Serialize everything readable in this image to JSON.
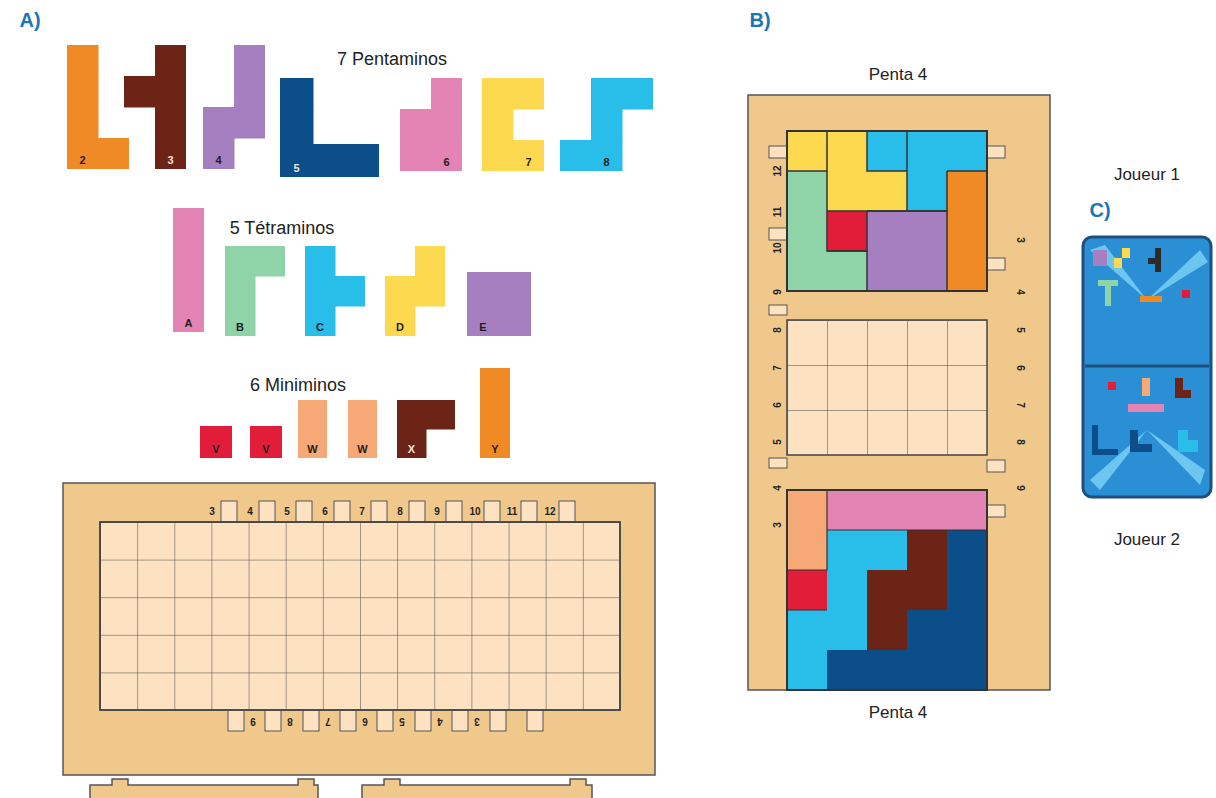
{
  "diagram": {
    "nodes": [
      {
        "text": [
          "2"
        ]
      },
      {
        "text": [
          "3"
        ]
      },
      {
        "text": [
          "4"
        ]
      },
      {
        "text": [
          "5"
        ]
      },
      {
        "text": [
          "6"
        ]
      },
      {
        "text": [
          "7"
        ]
      },
      {
        "text": [
          "8"
        ]
      },
      {
        "text": [
          "A"
        ]
      },
      {
        "text": [
          "B"
        ]
      },
      {
        "text": [
          "C"
        ]
      },
      {
        "text": [
          "D"
        ]
      },
      {
        "text": [
          "E"
        ]
      },
      {
        "text": [
          "V"
        ]
      },
      {
        "text": [
          "V"
        ]
      },
      {
        "text": [
          "W"
        ]
      },
      {
        "text": [
          "W"
        ]
      },
      {
        "text": [
          "X"
        ]
      },
      {
        "text": [
          "Y"
        ]
      }
    ],
    "labels": [
      "A)",
      "7 Pentaminos",
      "5 Tétraminos",
      "6 Miniminos",
      "3",
      "4",
      "5",
      "6",
      "7",
      "8",
      "9",
      "10",
      "11",
      "12",
      "9",
      "8",
      "7",
      "6",
      "5",
      "4",
      "3",
      "B)",
      "Penta 4",
      "12",
      "11",
      "10",
      "9",
      "8",
      "7",
      "6",
      "5",
      "4",
      "3",
      "3",
      "4",
      "5",
      "6",
      "7",
      "8",
      "9",
      "Penta 4",
      "C)",
      "Joueur 1",
      "Joueur 2"
    ]
  }
}
